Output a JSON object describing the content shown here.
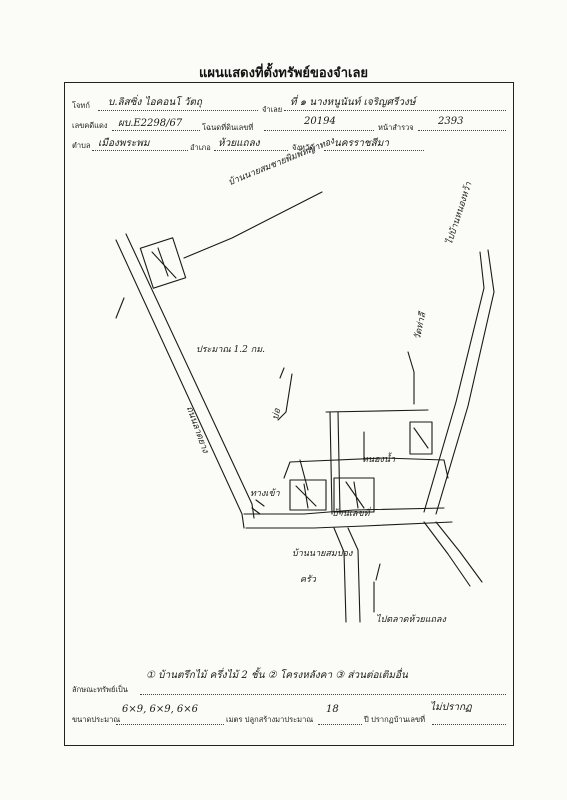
{
  "title": "แผนแสดงที่ตั้งทรัพย์ของจำเลย",
  "header": {
    "labels": {
      "plaintiff": "โจทก์",
      "defendant": "จำเลย",
      "case": "เลขคดีแดง",
      "deed": "โฉนดที่ดินเลขที่",
      "page": "หน้าสำรวจ",
      "subdistrict": "ตำบล",
      "district": "อำเภอ",
      "province": "จังหวัด"
    },
    "values": {
      "plaintiff": "บ.ลิสซิ่ง ไอคอนโ วัตถุ",
      "defendant": "ที่ ๑ นางหนูนันท์ เจริญศรีวงษ์",
      "case": "ผบ.E2298/67",
      "deed": "20194",
      "page": "2393",
      "subdistrict": "เมืองพระพม",
      "district": "ห้วยแถลง",
      "province": "นครราชสีมา"
    }
  },
  "map": {
    "labels": {
      "house_ref": "บ้านนายสมชายพิมพ์หญ้าทอง",
      "to_school": "ไปบ้านหนองหว้า",
      "distance": "ประมาณ 1.2 กม.",
      "road": "ถนนลาดยาง",
      "temple": "วัดท่าลี",
      "canal": "หนองน้ำ",
      "well": "บ่อ",
      "gate": "ทางเข้า",
      "house_sign": "บ้านเลขที่",
      "kitchen": "ครัว",
      "mark": "บ้านนายสมปอง",
      "to_market": "ไปตลาดห้วยแถลง"
    }
  },
  "footer": {
    "labels": {
      "property": "ลักษณะทรัพย์เป็น",
      "size": "ขนาดประมาณ",
      "unit": "เมตร ปลูกสร้างมาประมาณ",
      "years": "ปี ปรากฏบ้านเลขที่"
    },
    "values": {
      "property": "① บ้านตรึกไม้ ครึ่งไม้ 2 ชั้น ② โครงหลังคา ③ ส่วนต่อเติมอื่น",
      "size": "6×9, 6×9, 6×6",
      "years": "18",
      "house_no": "ไม่ปรากฏ"
    }
  }
}
